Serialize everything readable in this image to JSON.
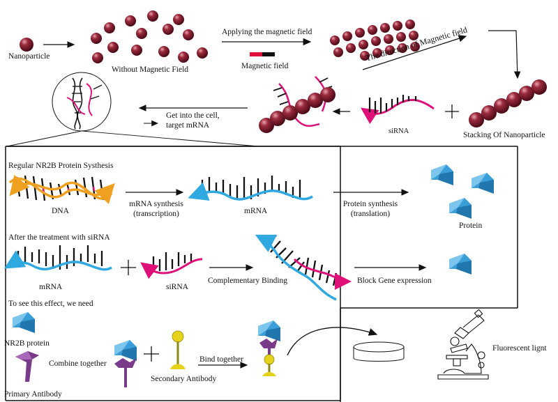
{
  "top": {
    "nanoparticle": "Nanoparticle",
    "without_field": "Without Magnetic Field",
    "applying_field": "Applying the magnetic field",
    "magnetic_field": "Magnetic field",
    "direction": "The direction of Magnetic field",
    "stacking": "Stacking Of Nanoparticle",
    "sirna": "siRNA",
    "get_into_line1": "Get into  the cell,",
    "get_into_line2": "target mRNA"
  },
  "regular": {
    "heading": "Regular NR2B Protein Systhesis",
    "dna": "DNA",
    "mrna_synth_1": "mRNA synthesis",
    "mrna_synth_2": "(transcription)",
    "mrna": "mRNA",
    "protein_synth_1": "Protein synthesis",
    "protein_synth_2": "(translation)",
    "protein": "Protein"
  },
  "treatment": {
    "heading": "After the treatment with siRNA",
    "mrna": "mRNA",
    "sirna": "siRNA",
    "complementary": "Complementary Binding",
    "block": "Block Gene expression"
  },
  "detect": {
    "heading": "To see this effect, we need",
    "nr2b": "NR2B protein",
    "primary": "Primary Antibody",
    "combine": "Combine together",
    "secondary": "Secondary Antibody",
    "bind": "Bind together",
    "fluor": "Fluorescent lignt"
  },
  "colors": {
    "particle": "#7a1a2a",
    "dna_orange": "#f0a020",
    "strand_pink": "#e0107a",
    "mrna_blue": "#30a8e0",
    "protein_blue": "#3a9ed8",
    "antibody_purple": "#7a3a8a",
    "antibody_yellow": "#e6d21a"
  }
}
